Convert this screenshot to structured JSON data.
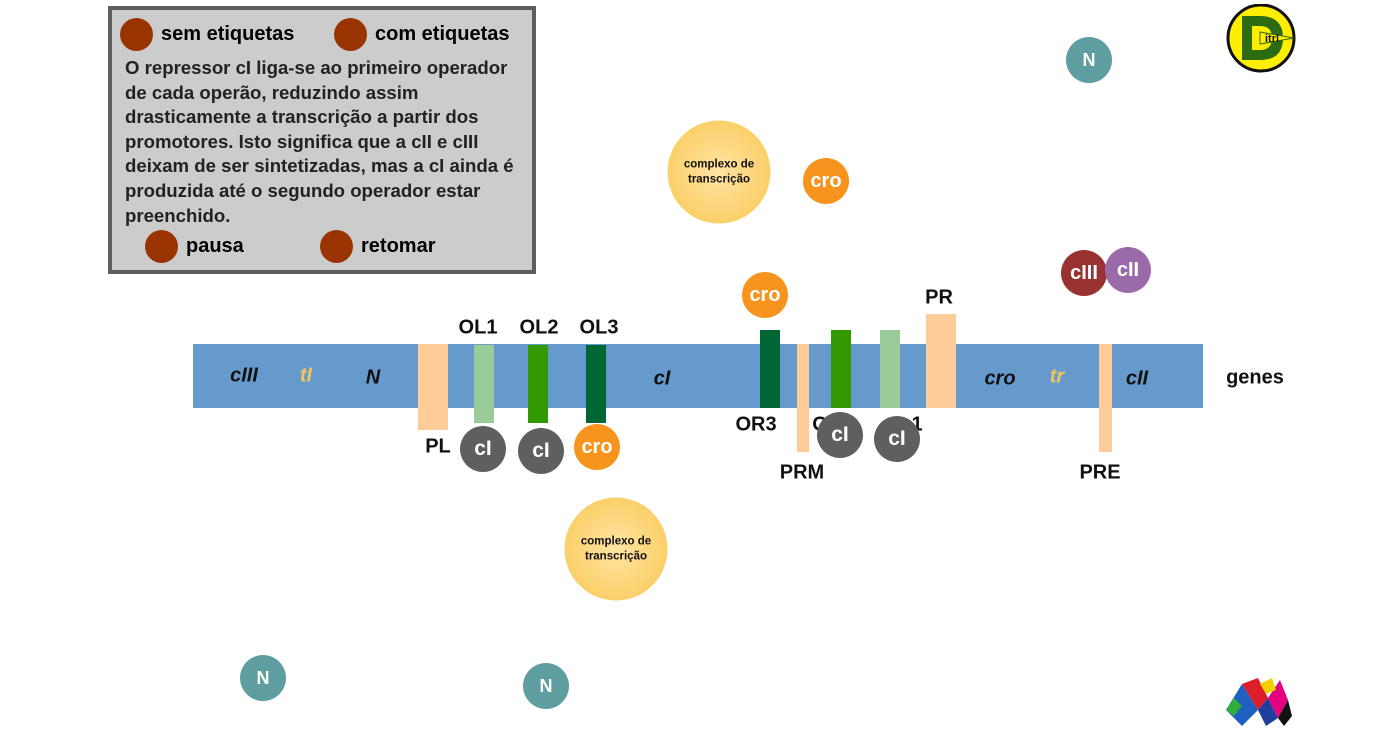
{
  "panel": {
    "btn_sem": "sem etiquetas",
    "btn_com": "com etiquetas",
    "text": "O repressor cI liga-se ao primeiro operador de cada operão, reduzindo assim drasticamente a transcrição a partir dos promotores. Isto significa que a cII e cIII deixam de ser sintetizadas, mas a cI ainda é produzida até o segundo operador estar preenchido.",
    "btn_pausa": "pausa",
    "btn_retomar": "retomar"
  },
  "genes": {
    "cIII": "cIII",
    "tL": "tI",
    "N": "N",
    "cI": "cI",
    "cro": "cro",
    "tR": "tr",
    "cII": "cII",
    "row_label": "genes"
  },
  "labels": {
    "OL1": "OL1",
    "OL2": "OL2",
    "OL3": "OL3",
    "OR3": "OR3",
    "OR2_partial": "O",
    "OR1_partial": "1",
    "PL": "PL",
    "PRM": "PRM",
    "PR": "PR",
    "PRE": "PRE"
  },
  "molecules": {
    "cI": "cI",
    "cro": "cro",
    "N": "N",
    "cIII": "cIII",
    "cII": "cII",
    "complex": "complexo de transcrição"
  },
  "logo": {
    "text": "itrl"
  },
  "colors": {
    "dna": "#6699cc",
    "promoter": "#ffcc99",
    "operator_light": "#99cc99",
    "operator_mid": "#339900",
    "operator_dark": "#006633",
    "button": "#993300"
  }
}
